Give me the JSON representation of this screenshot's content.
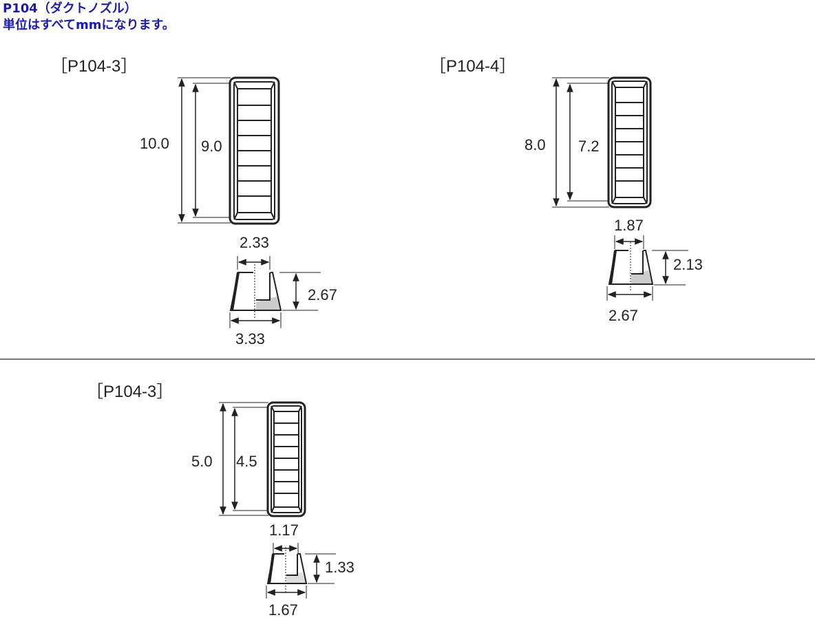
{
  "header": {
    "title": "P104（ダクトノズル）",
    "note": "単位はすべてmmになります。"
  },
  "parts": [
    {
      "label": "［P104-3］",
      "total_height": "10.0",
      "inner_height": "9.0",
      "top_width": "2.33",
      "bottom_width": "3.33",
      "depth": "2.67"
    },
    {
      "label": "［P104-4］",
      "total_height": "8.0",
      "inner_height": "7.2",
      "top_width": "1.87",
      "bottom_width": "2.67",
      "depth": "2.13"
    },
    {
      "label": "［P104-3］",
      "total_height": "5.0",
      "inner_height": "4.5",
      "top_width": "1.17",
      "bottom_width": "1.67",
      "depth": "1.33"
    }
  ],
  "colors": {
    "title": "#1a1ab8",
    "line": "#222222",
    "fill_gray": "#cccccc",
    "divider": "#777777"
  }
}
